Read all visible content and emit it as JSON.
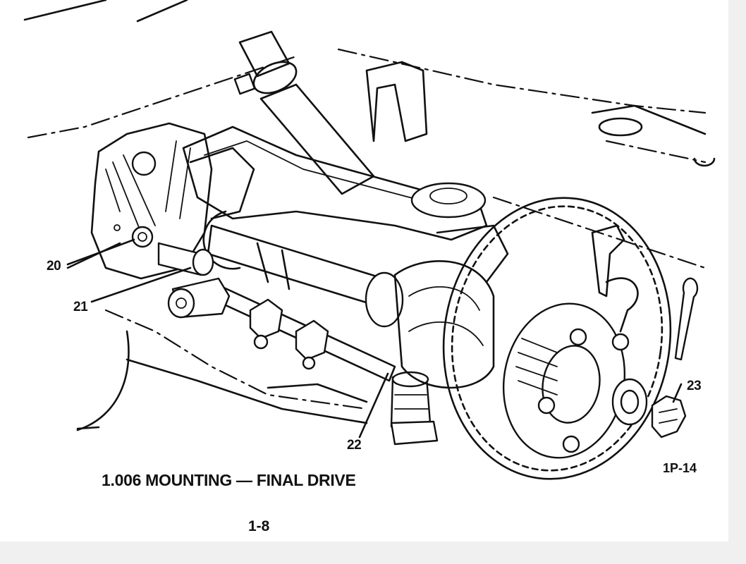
{
  "callouts": {
    "c20": "20",
    "c21": "21",
    "c22": "22",
    "c23": "23"
  },
  "caption": "1.006 MOUNTING — FINAL DRIVE",
  "figure_code": "1P-14",
  "page_number": "1-8"
}
